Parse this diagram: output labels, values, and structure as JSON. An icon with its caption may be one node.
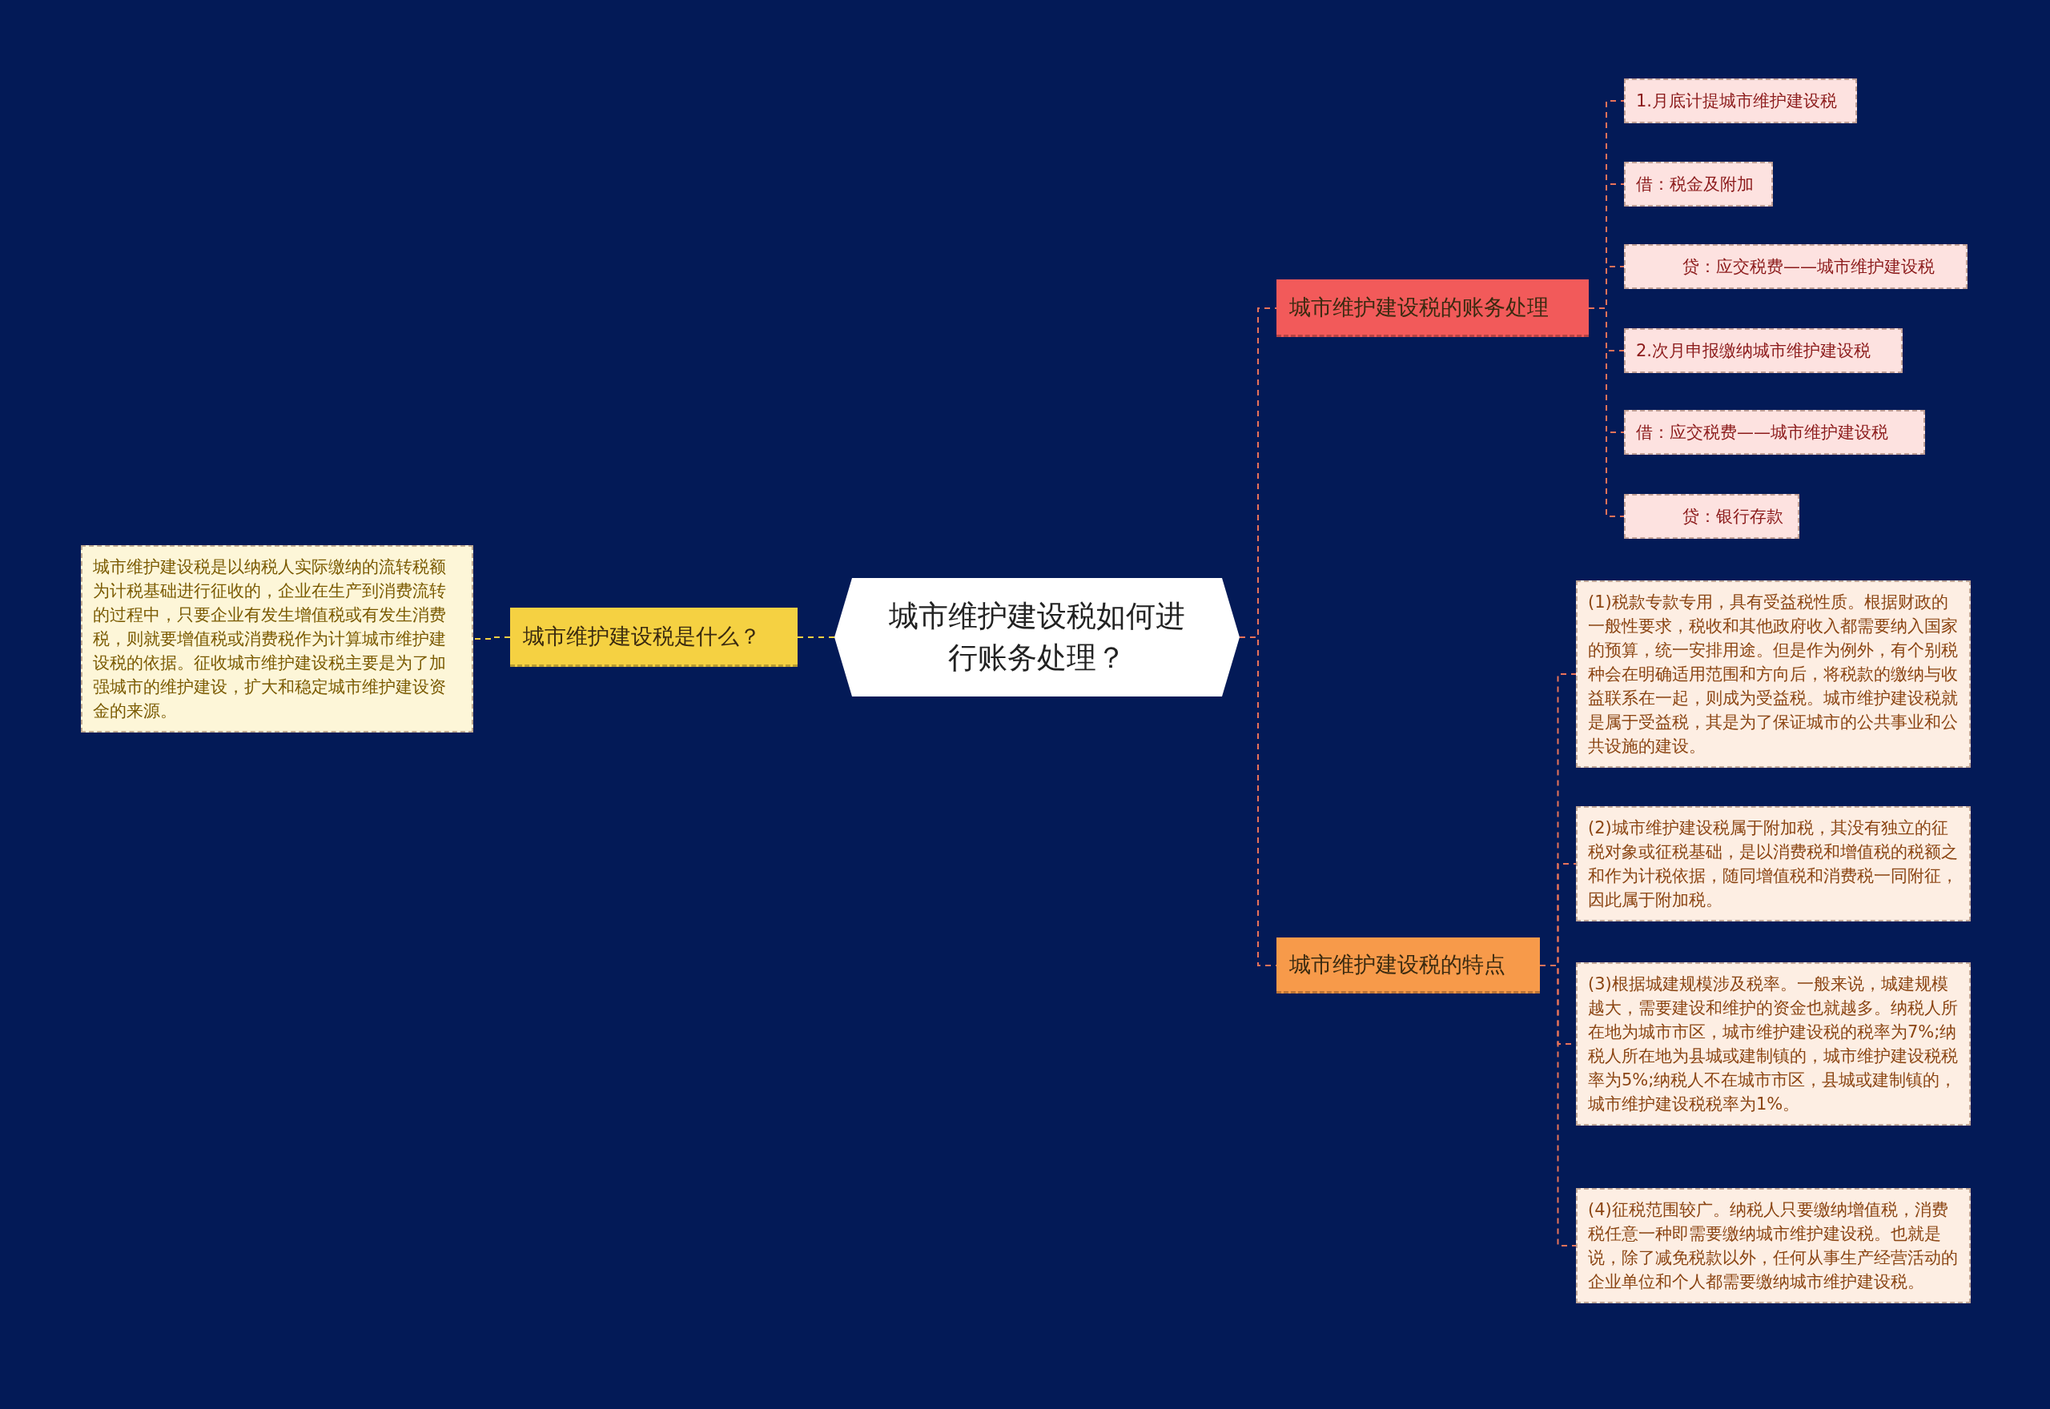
{
  "diagram": {
    "nodes": [
      {
        "text": [
          "城市维护建设税如何进行账务处理？"
        ]
      },
      {
        "text": [
          "城市维护建设税是什么？"
        ]
      },
      {
        "text": [
          "城市维护建设税是以纳税人实际缴纳的流转税额为计税基础进行征收的，企业在生产到消费流转的过程中，只要企业有发生增值税或有发生消费税，则就要增值税或消费税作为计算城市维护建设税的依据。征收城市维护建设税主要是为了加强城市的维护建设，扩大和稳定城市维护建设资金的来源。"
        ]
      },
      {
        "text": [
          "城市维护建设税的账务处理"
        ]
      },
      {
        "text": [
          "1.月底计提城市维护建设税"
        ]
      },
      {
        "text": [
          "借：税金及附加"
        ]
      },
      {
        "text": [
          "贷：应交税费——城市维护建设税"
        ]
      },
      {
        "text": [
          "2.次月申报缴纳城市维护建设税"
        ]
      },
      {
        "text": [
          "借：应交税费——城市维护建设税"
        ]
      },
      {
        "text": [
          "贷：银行存款"
        ]
      },
      {
        "text": [
          "城市维护建设税的特点"
        ]
      },
      {
        "text": [
          "(1)税款专款专用，具有受益税性质。根据财政的一般性要求，税收和其他政府收入都需要纳入国家的预算，统一安排用途。但是作为例外，有个别税种会在明确适用范围和方向后，将税款的缴纳与收益联系在一起，则成为受益税。城市维护建设税就是属于受益税，其是为了保证城市的公共事业和公共设施的建设。"
        ]
      },
      {
        "text": [
          "(2)城市维护建设税属于附加税，其没有独立的征税对象或征税基础，是以消费税和增值税的税额之和作为计税依据，随同增值税和消费税一同附征，因此属于附加税。"
        ]
      },
      {
        "text": [
          "(3)根据城建规模涉及税率。一般来说，城建规模越大，需要建设和维护的资金也就越多。纳税人所在地为城市市区，城市维护建设税的税率为7%;纳税人所在地为县城或建制镇的，城市维护建设税税率为5%;纳税人不在城市市区，县城或建制镇的，城市维护建设税税率为1%。"
        ]
      },
      {
        "text": [
          "(4)征税范围较广。纳税人只要缴纳增值税，消费税任意一种即需要缴纳城市维护建设税。也就是说，除了减免税款以外，任何从事生产经营活动的企业单位和个人都需要缴纳城市维护建设税。"
        ]
      }
    ],
    "edges": [
      {
        "from": 0,
        "to": 1,
        "arrow": "none",
        "color": "#f5d142"
      },
      {
        "from": 1,
        "to": 2,
        "arrow": "none",
        "color": "#f5d142"
      },
      {
        "from": 0,
        "to": 3,
        "arrow": "none"
      },
      {
        "from": 0,
        "to": 10,
        "arrow": "none"
      },
      {
        "from": 3,
        "to": 4,
        "arrow": "none"
      },
      {
        "from": 3,
        "to": 5,
        "arrow": "none"
      },
      {
        "from": 3,
        "to": 6,
        "arrow": "none"
      },
      {
        "from": 3,
        "to": 7,
        "arrow": "none"
      },
      {
        "from": 3,
        "to": 8,
        "arrow": "none"
      },
      {
        "from": 3,
        "to": 9,
        "arrow": "none"
      },
      {
        "from": 10,
        "to": 11,
        "arrow": "none"
      },
      {
        "from": 10,
        "to": 12,
        "arrow": "none"
      },
      {
        "from": 10,
        "to": 13,
        "arrow": "none"
      },
      {
        "from": 10,
        "to": 14,
        "arrow": "none"
      }
    ]
  }
}
